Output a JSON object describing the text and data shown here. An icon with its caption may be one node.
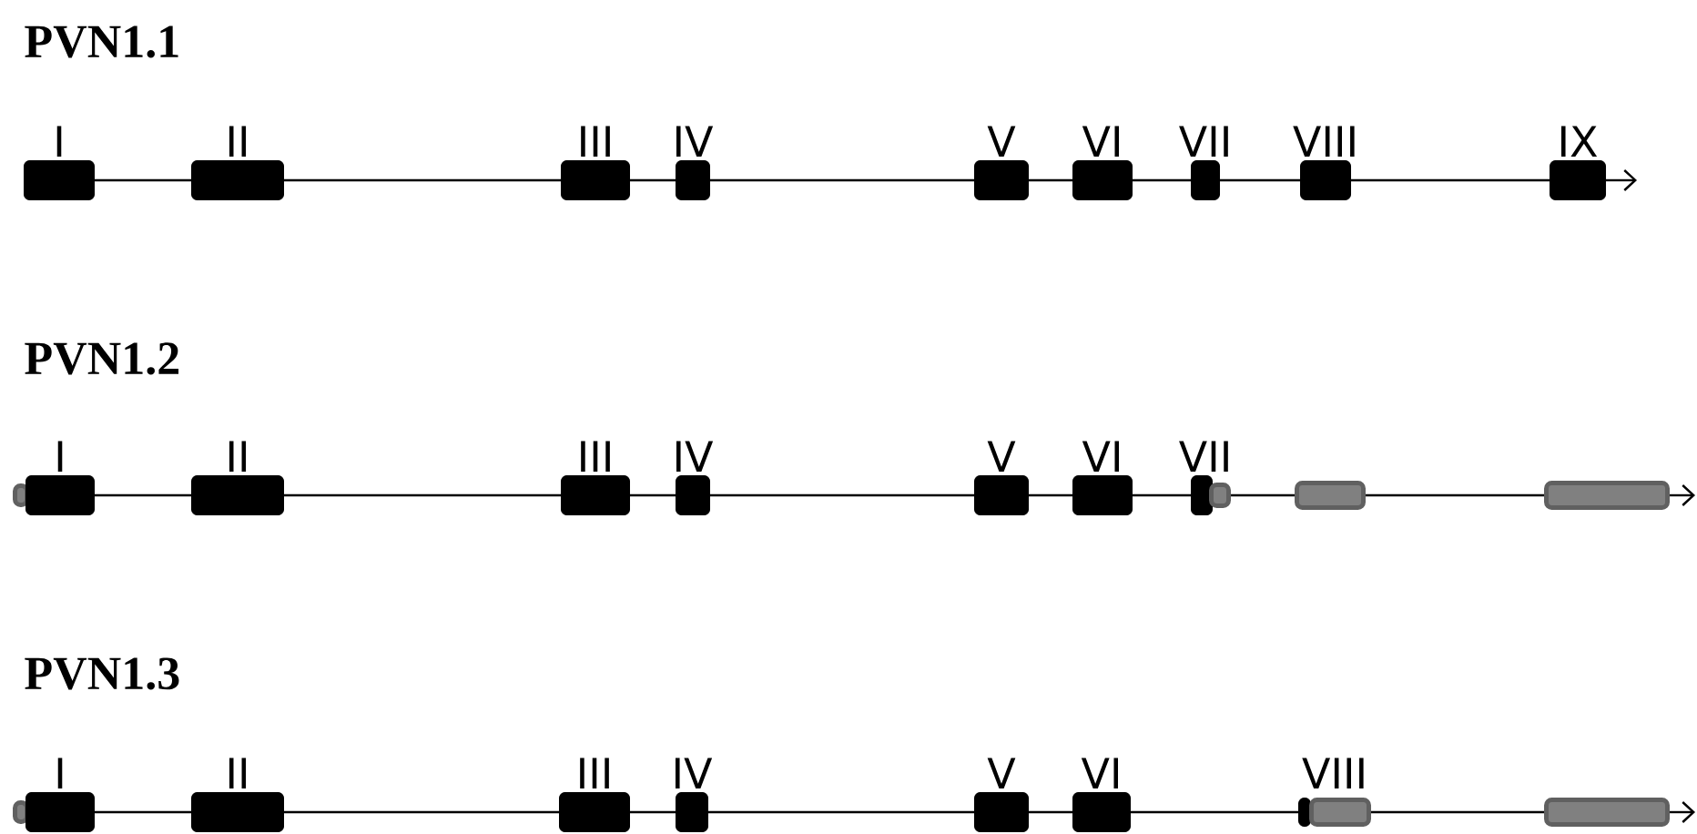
{
  "diagram": {
    "nodes": [
      {
        "text": [
          "I"
        ]
      },
      {
        "text": [
          "II"
        ]
      },
      {
        "text": [
          "III"
        ]
      },
      {
        "text": [
          "IV"
        ]
      },
      {
        "text": [
          "V"
        ]
      },
      {
        "text": [
          "VI"
        ]
      },
      {
        "text": [
          "VII"
        ]
      },
      {
        "text": [
          "VIII"
        ]
      },
      {
        "text": [
          "IX"
        ]
      },
      {
        "text": [],
        "shape": "box"
      },
      {
        "text": [
          "I"
        ]
      },
      {
        "text": [
          "II"
        ]
      },
      {
        "text": [
          "III"
        ]
      },
      {
        "text": [
          "IV"
        ]
      },
      {
        "text": [
          "V"
        ]
      },
      {
        "text": [
          "VI"
        ]
      },
      {
        "text": [
          "VII"
        ]
      },
      {
        "text": [],
        "shape": "box"
      },
      {
        "text": [],
        "shape": "box"
      },
      {
        "text": [],
        "shape": "box"
      },
      {
        "text": [],
        "shape": "box"
      },
      {
        "text": [
          "I"
        ]
      },
      {
        "text": [
          "II"
        ]
      },
      {
        "text": [
          "III"
        ]
      },
      {
        "text": [
          "IV"
        ]
      },
      {
        "text": [
          "V"
        ]
      },
      {
        "text": [
          "VI"
        ]
      },
      {
        "text": [
          "VIII"
        ]
      },
      {
        "text": [],
        "shape": "box"
      },
      {
        "text": [],
        "shape": "box"
      }
    ],
    "edges": [
      {
        "from": 0,
        "to": 1,
        "arrow": "none"
      },
      {
        "from": 1,
        "to": 2,
        "arrow": "none"
      },
      {
        "from": 2,
        "to": 3,
        "arrow": "none"
      },
      {
        "from": 3,
        "to": 4,
        "arrow": "none"
      },
      {
        "from": 4,
        "to": 5,
        "arrow": "none"
      },
      {
        "from": 5,
        "to": 6,
        "arrow": "none"
      },
      {
        "from": 6,
        "to": 7,
        "arrow": "none"
      },
      {
        "from": 7,
        "to": 8,
        "arrow": "none"
      },
      {
        "from": 8,
        "to": null,
        "arrow": "to"
      },
      {
        "from": 10,
        "to": 11,
        "arrow": "none"
      },
      {
        "from": 11,
        "to": 12,
        "arrow": "none"
      },
      {
        "from": 12,
        "to": 13,
        "arrow": "none"
      },
      {
        "from": 13,
        "to": 14,
        "arrow": "none"
      },
      {
        "from": 14,
        "to": 15,
        "arrow": "none"
      },
      {
        "from": 15,
        "to": 16,
        "arrow": "none"
      },
      {
        "from": 17,
        "to": 18,
        "arrow": "none"
      },
      {
        "from": 18,
        "to": 19,
        "arrow": "none"
      },
      {
        "from": 19,
        "to": null,
        "arrow": "to"
      },
      {
        "from": 21,
        "to": 22,
        "arrow": "none"
      },
      {
        "from": 22,
        "to": 23,
        "arrow": "none"
      },
      {
        "from": 23,
        "to": 24,
        "arrow": "none"
      },
      {
        "from": 24,
        "to": 25,
        "arrow": "none"
      },
      {
        "from": 25,
        "to": 26,
        "arrow": "none"
      },
      {
        "from": 26,
        "to": 27,
        "arrow": "none"
      },
      {
        "from": 28,
        "to": 29,
        "arrow": "none"
      },
      {
        "from": 29,
        "to": null,
        "arrow": "to"
      }
    ],
    "labels": [
      "PVN1.1",
      "PVN1.2",
      "PVN1.3"
    ]
  }
}
